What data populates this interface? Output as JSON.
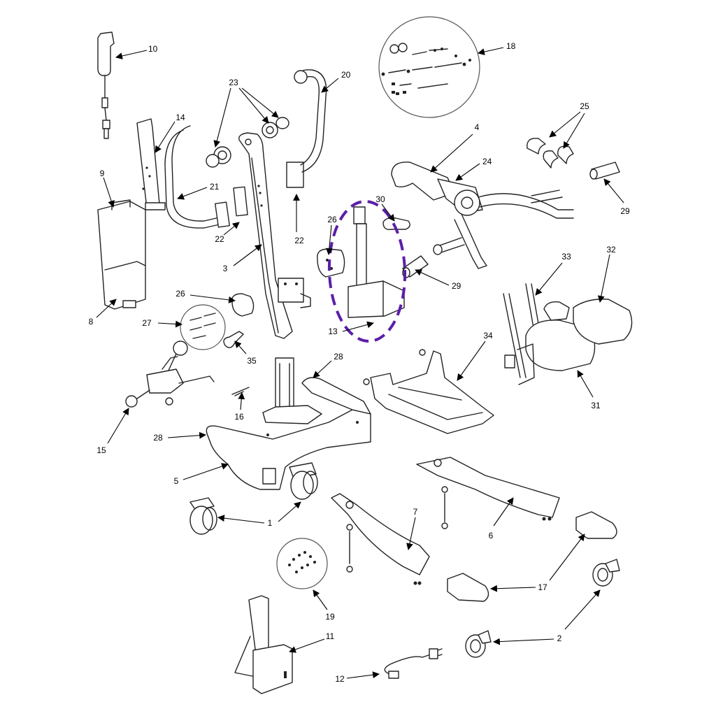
{
  "diagram": {
    "highlight_color": "#5b1fa8",
    "ink_color": "#222222",
    "callouts": [
      {
        "id": "c10",
        "label": "10"
      },
      {
        "id": "c14",
        "label": "14"
      },
      {
        "id": "c9",
        "label": "9"
      },
      {
        "id": "c8",
        "label": "8"
      },
      {
        "id": "c23",
        "label": "23"
      },
      {
        "id": "c21",
        "label": "21"
      },
      {
        "id": "c22a",
        "label": "22"
      },
      {
        "id": "c22b",
        "label": "22"
      },
      {
        "id": "c3",
        "label": "3"
      },
      {
        "id": "c20",
        "label": "20"
      },
      {
        "id": "c18",
        "label": "18"
      },
      {
        "id": "c4",
        "label": "4"
      },
      {
        "id": "c24",
        "label": "24"
      },
      {
        "id": "c25",
        "label": "25"
      },
      {
        "id": "c29a",
        "label": "29"
      },
      {
        "id": "c30",
        "label": "30"
      },
      {
        "id": "c26a",
        "label": "26"
      },
      {
        "id": "c29b",
        "label": "29"
      },
      {
        "id": "c13",
        "label": "13"
      },
      {
        "id": "c26b",
        "label": "26"
      },
      {
        "id": "c27",
        "label": "27"
      },
      {
        "id": "c35",
        "label": "35"
      },
      {
        "id": "c15",
        "label": "15"
      },
      {
        "id": "c16",
        "label": "16"
      },
      {
        "id": "c28a",
        "label": "28"
      },
      {
        "id": "c28b",
        "label": "28"
      },
      {
        "id": "c5",
        "label": "5"
      },
      {
        "id": "c1",
        "label": "1"
      },
      {
        "id": "c34",
        "label": "34"
      },
      {
        "id": "c33",
        "label": "33"
      },
      {
        "id": "c32",
        "label": "32"
      },
      {
        "id": "c31",
        "label": "31"
      },
      {
        "id": "c7",
        "label": "7"
      },
      {
        "id": "c6",
        "label": "6"
      },
      {
        "id": "c17",
        "label": "17"
      },
      {
        "id": "c19",
        "label": "19"
      },
      {
        "id": "c11",
        "label": "11"
      },
      {
        "id": "c2",
        "label": "2"
      },
      {
        "id": "c12",
        "label": "12"
      }
    ]
  }
}
